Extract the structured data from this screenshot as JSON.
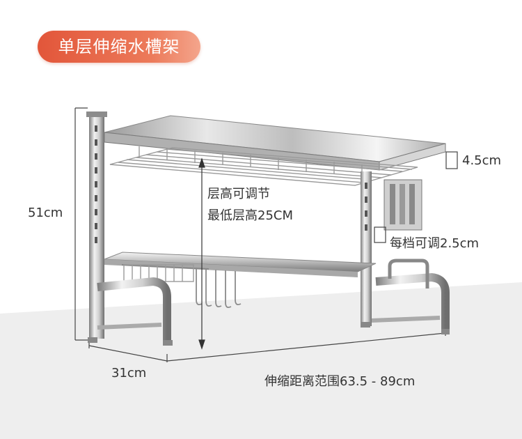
{
  "title": "单层伸缩水槽架",
  "dimensions": {
    "height": "51cm",
    "depth": "31cm",
    "extend_range": "伸缩距离范围63.5 - 89cm",
    "top_thickness": "4.5cm",
    "step_adjust": "每档可调2.5cm",
    "layer_height_line1": "层高可调节",
    "layer_height_line2": "最低层高25CM"
  },
  "colors": {
    "badge_start": "#e2563a",
    "badge_end": "#f4a58c",
    "steel_light": "#e6e6e6",
    "steel_dark": "#8a8a8a",
    "floor": "#eeeeee"
  }
}
